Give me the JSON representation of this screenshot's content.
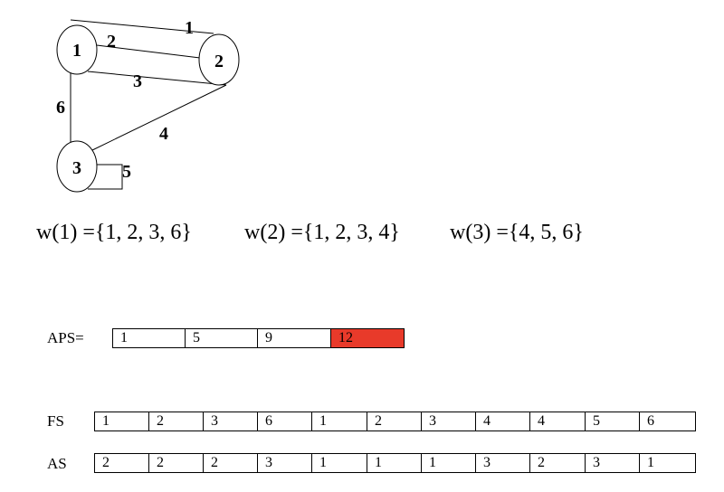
{
  "graph": {
    "nodes": [
      {
        "id": "n1",
        "label": "1"
      },
      {
        "id": "n2",
        "label": "2"
      },
      {
        "id": "n3",
        "label": "3"
      }
    ],
    "edges": [
      {
        "id": "e1",
        "label": "1",
        "from": "1",
        "to": "2"
      },
      {
        "id": "e2",
        "label": "2",
        "from": "1",
        "to": "2"
      },
      {
        "id": "e3",
        "label": "3",
        "from": "1",
        "to": "2"
      },
      {
        "id": "e4",
        "label": "4",
        "from": "2",
        "to": "3"
      },
      {
        "id": "e5",
        "label": "5",
        "from": "3",
        "to": "3"
      },
      {
        "id": "e6",
        "label": "6",
        "from": "1",
        "to": "3"
      }
    ]
  },
  "wsets": [
    {
      "text": "w(1) ={1, 2, 3, 6}"
    },
    {
      "text": "w(2) ={1, 2, 3, 4}"
    },
    {
      "text": "w(3) ={4, 5, 6}"
    }
  ],
  "aps": {
    "label": "APS=",
    "cells": [
      "1",
      "5",
      "9",
      "12"
    ],
    "highlight_color": "#e83a2a"
  },
  "fs": {
    "label": "FS",
    "cells": [
      "1",
      "2",
      "3",
      "6",
      "1",
      "2",
      "3",
      "4",
      "4",
      "5",
      "6"
    ]
  },
  "as": {
    "label": "AS",
    "cells": [
      "2",
      "2",
      "2",
      "3",
      "1",
      "1",
      "1",
      "3",
      "2",
      "3",
      "1"
    ]
  }
}
